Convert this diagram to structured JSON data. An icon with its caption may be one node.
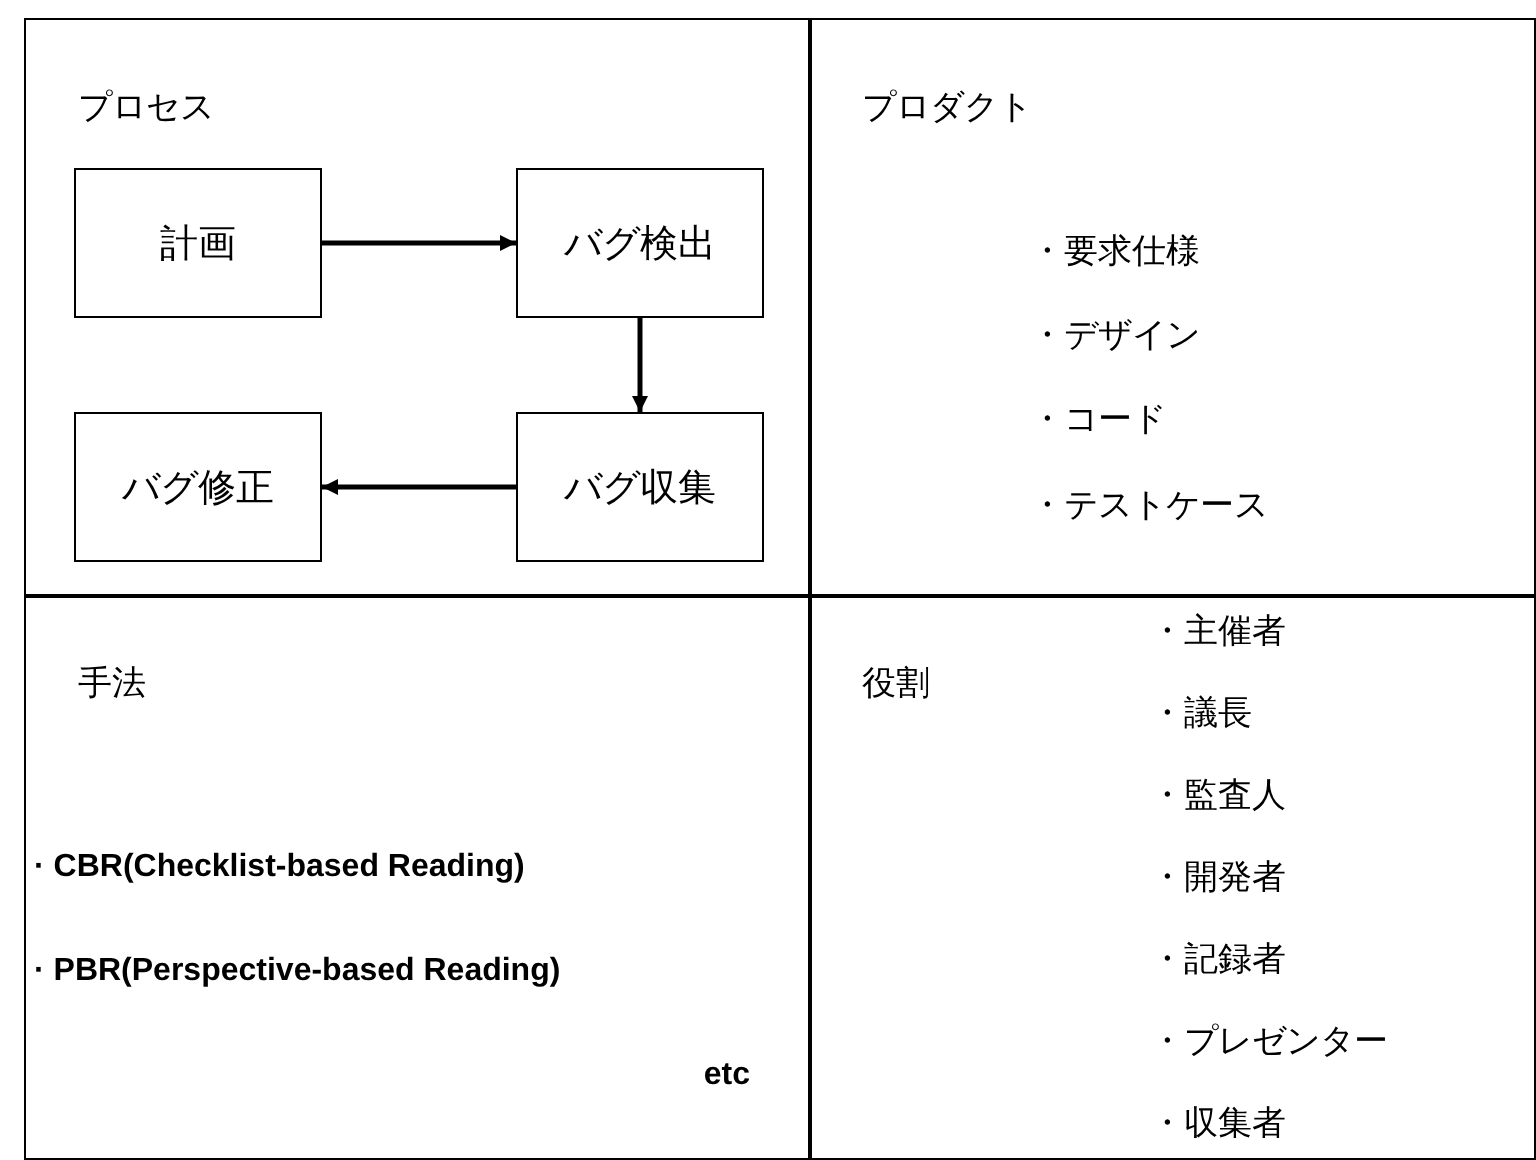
{
  "diagram": {
    "nodes": [
      {
        "text": [
          "プロセス"
        ]
      },
      {
        "text": [
          "計画"
        ],
        "in": 0
      },
      {
        "text": [
          "バグ検出"
        ],
        "in": 0
      },
      {
        "text": [
          "バグ収集"
        ],
        "in": 0
      },
      {
        "text": [
          "バグ修正"
        ],
        "in": 0
      },
      {
        "text": [
          "プロダクト",
          "・要求仕様",
          "・デザイン",
          "・コード",
          "・テストケース"
        ]
      },
      {
        "text": [
          "手法",
          "· CBR(Checklist-based Reading)",
          "· PBR(Perspective-based Reading)",
          "etc"
        ]
      },
      {
        "text": [
          "役割",
          "・主催者",
          "・議長",
          "・監査人",
          "・開発者",
          "・記録者",
          "・プレゼンター",
          "・収集者"
        ]
      }
    ],
    "edges": [
      {
        "from": 1,
        "to": 2,
        "arrow": "to"
      },
      {
        "from": 2,
        "to": 3,
        "arrow": "to"
      },
      {
        "from": 3,
        "to": 4,
        "arrow": "to"
      }
    ]
  }
}
